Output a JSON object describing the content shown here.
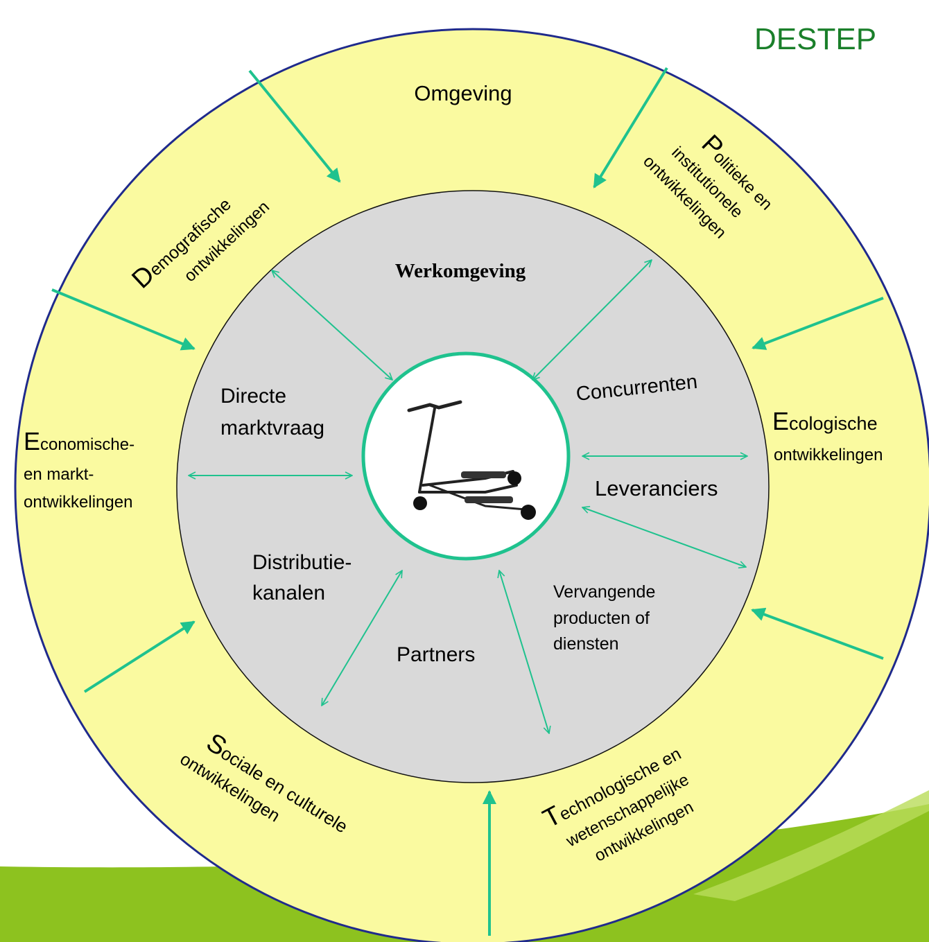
{
  "title": "DESTEP",
  "outer_ring": {
    "label": "Omgeving",
    "factors": {
      "demografisch": {
        "initial": "D",
        "rest": "emografische",
        "line2": "ontwikkelingen"
      },
      "economisch": {
        "initial": "E",
        "rest": "conomische-",
        "line2": "en markt-",
        "line3": "ontwikkelingen"
      },
      "sociaal": {
        "initial": "S",
        "rest": "ociale en culturele",
        "line2": "ontwikkelingen"
      },
      "technologisch": {
        "initial": "T",
        "rest": "echnologische en",
        "line2": "wetenschappelijke",
        "line3": "ontwikkelingen"
      },
      "ecologisch": {
        "initial": "E",
        "rest": "cologische",
        "line2": "ontwikkelingen"
      },
      "politiek": {
        "initial": "P",
        "rest": "olitieke en",
        "line2": "institutionele",
        "line3": "ontwikkelingen"
      }
    }
  },
  "inner_ring": {
    "label": "Werkomgeving",
    "items": {
      "directe_marktvraag": {
        "line1": "Directe",
        "line2": "marktvraag"
      },
      "concurrenten": "Concurrenten",
      "leveranciers": "Leveranciers",
      "distributiekanalen": {
        "line1": "Distributie-",
        "line2": "kanalen"
      },
      "partners": "Partners",
      "vervangende": {
        "line1": "Vervangende",
        "line2": "producten of",
        "line3": "diensten"
      }
    }
  },
  "center": {
    "icon": "scooter-icon"
  },
  "colors": {
    "outer_fill": "#fafaa0",
    "outer_stroke": "#1f2a8c",
    "inner_fill": "#d9d9d9",
    "arrow": "#1fc28e",
    "title": "#1a7f2a",
    "green_band": "#8dc21f"
  }
}
